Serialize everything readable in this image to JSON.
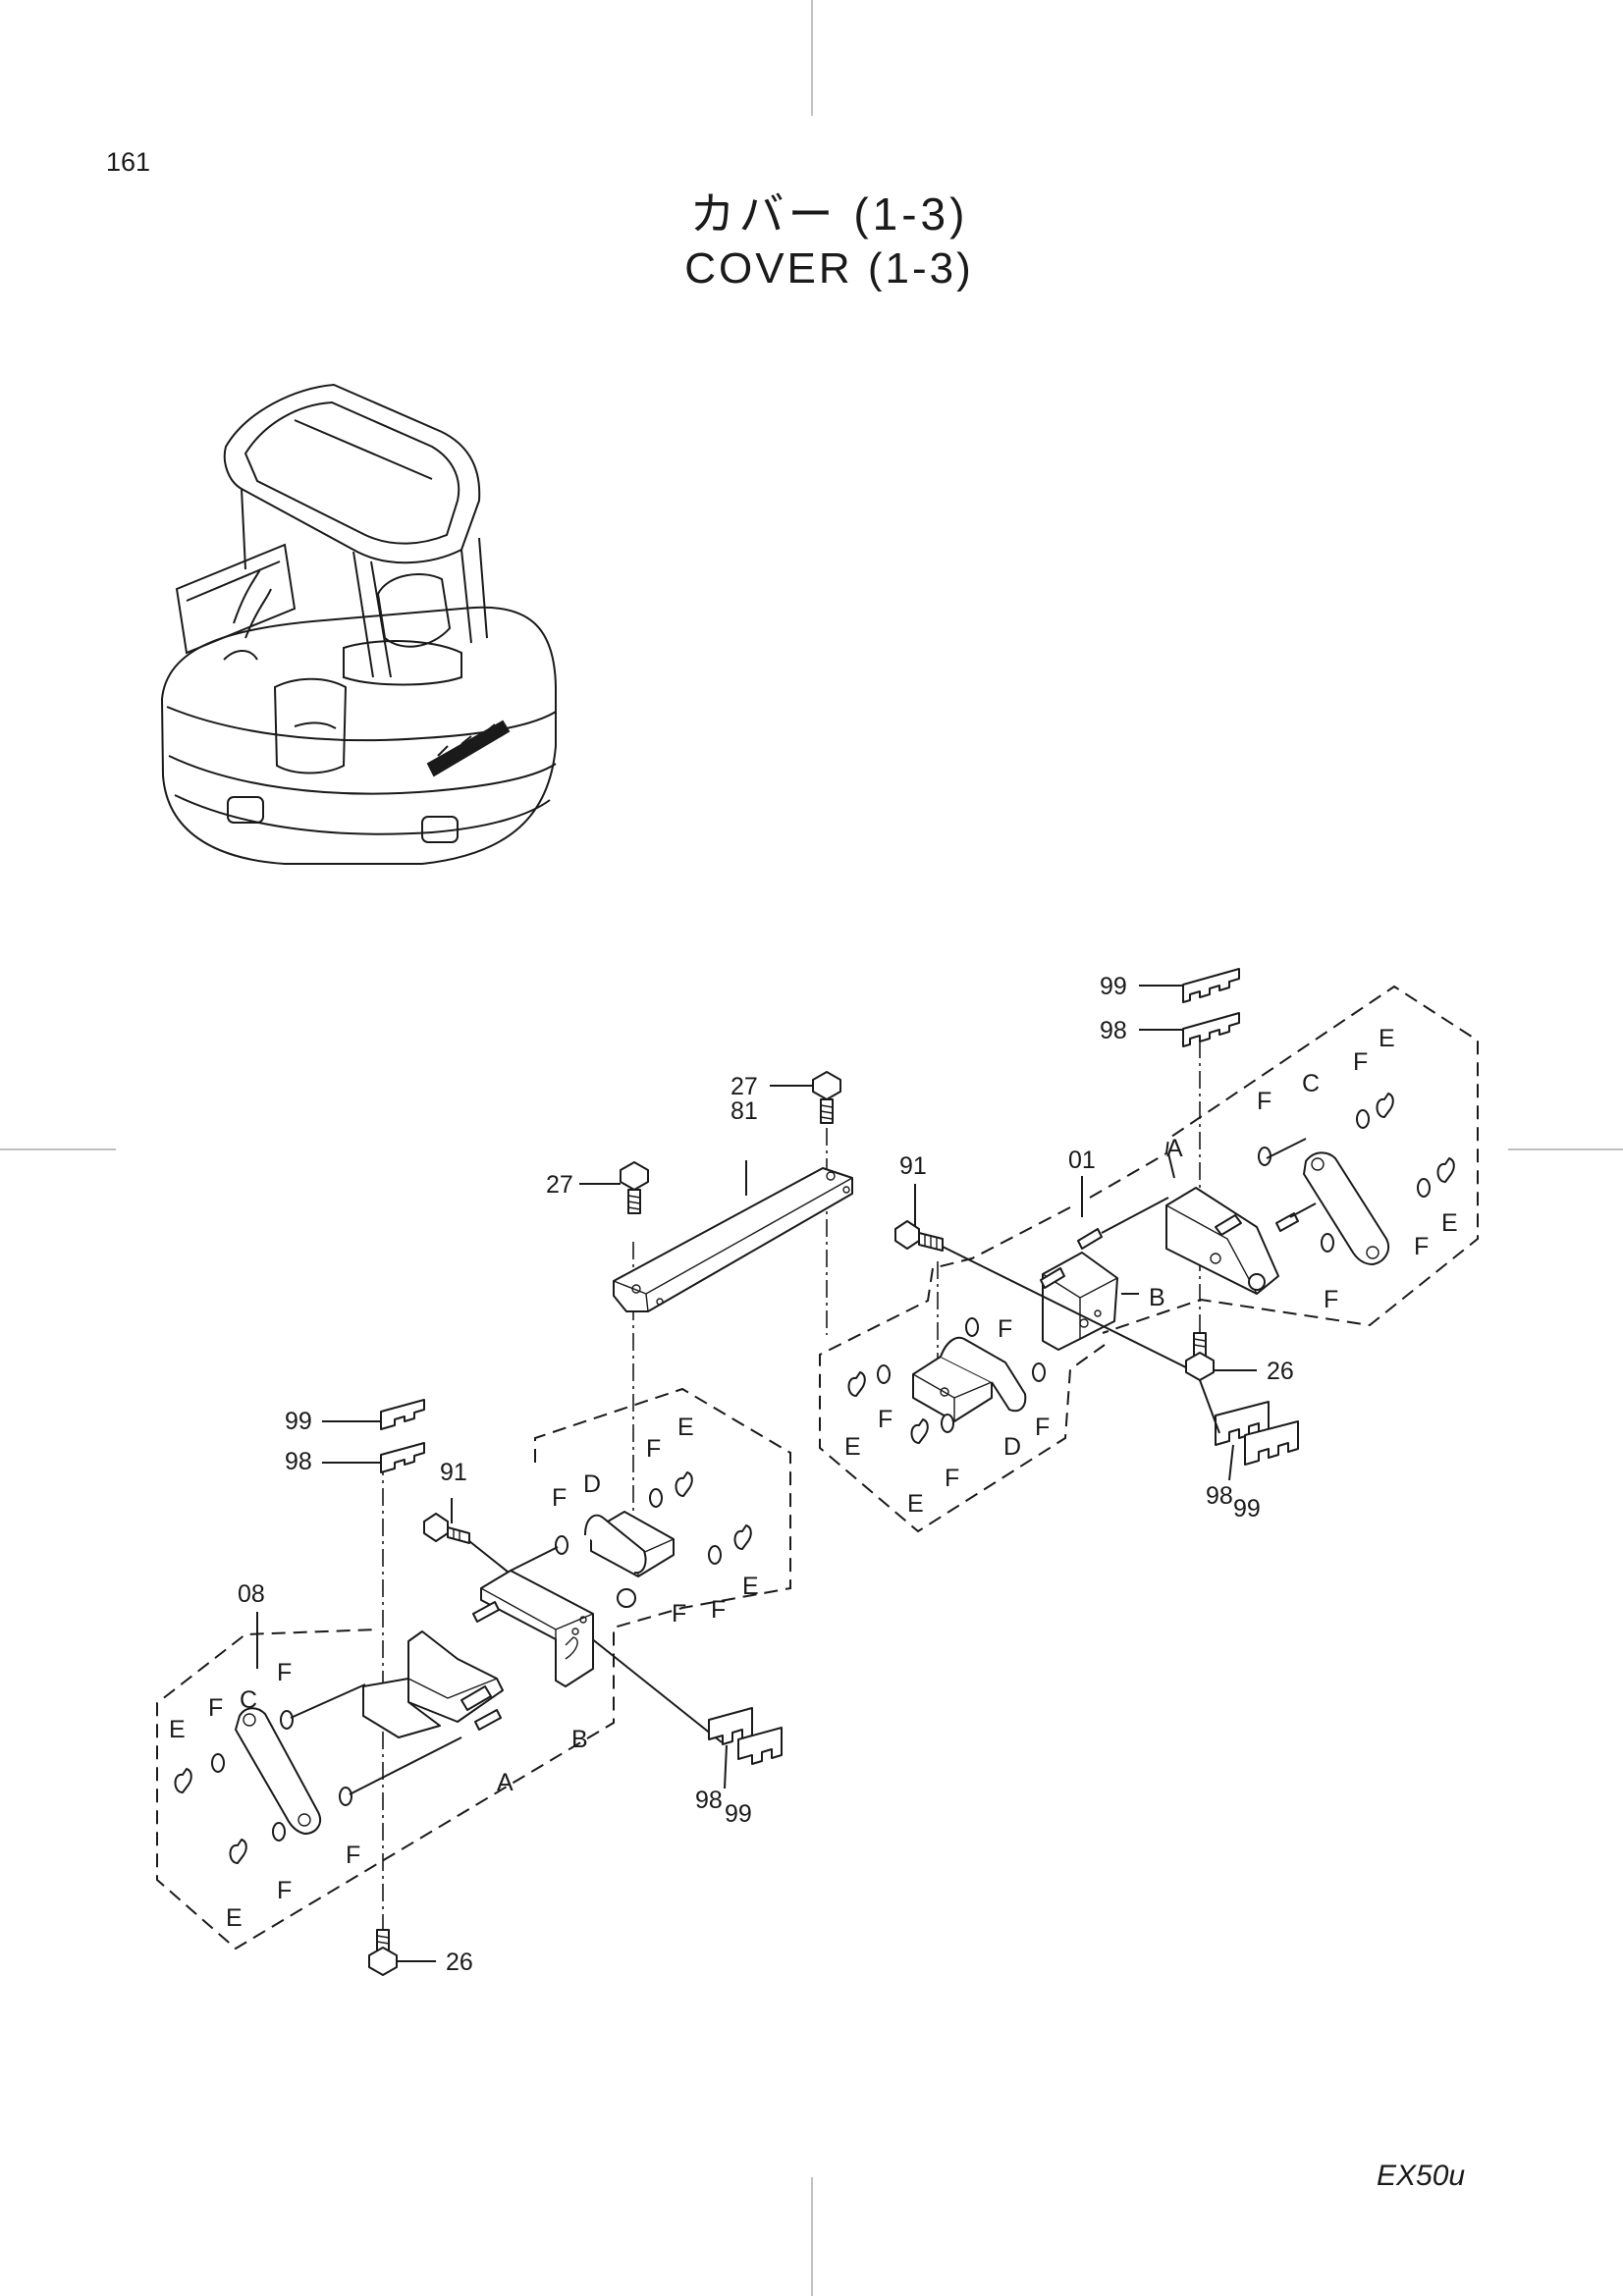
{
  "page": {
    "number": "161",
    "model": "EX50u"
  },
  "title": {
    "japanese": "カバー (1-3)",
    "english": "COVER (1-3)"
  },
  "callouts": {
    "c99": "99",
    "c98": "98",
    "c27": "27",
    "c81": "81",
    "c91": "91",
    "c01": "01",
    "c26": "26",
    "c08": "08",
    "A": "A",
    "B": "B",
    "C": "C",
    "D": "D",
    "E": "E",
    "F": "F"
  },
  "icons": [
    "excavator-overview-illustration",
    "hinge-assembly-drawing"
  ]
}
